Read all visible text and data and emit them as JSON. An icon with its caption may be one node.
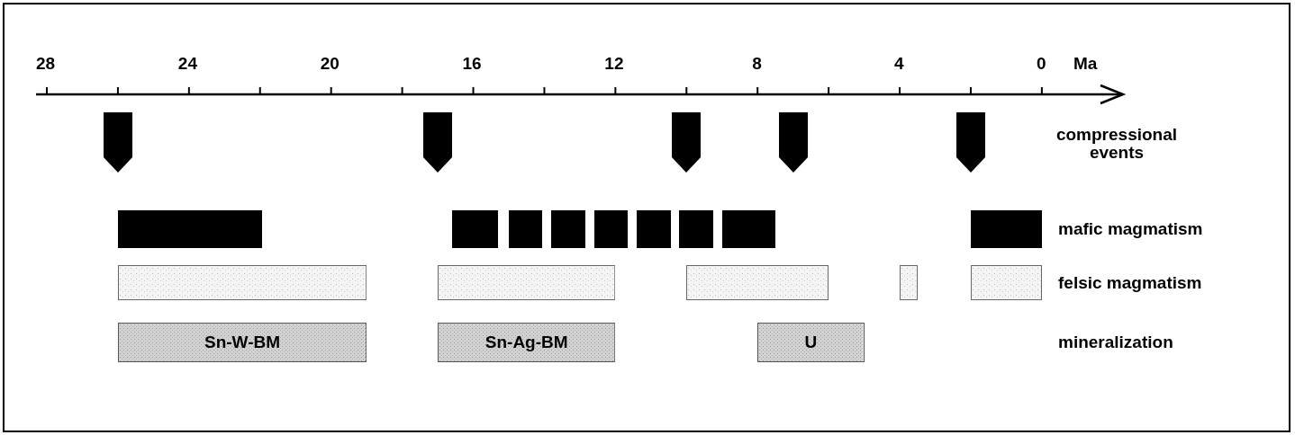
{
  "diagram": {
    "nodes": [
      {
        "text": [],
        "shape": "arrow"
      },
      {
        "text": [],
        "shape": "arrow"
      },
      {
        "text": [],
        "shape": "arrow"
      },
      {
        "text": [],
        "shape": "arrow"
      },
      {
        "text": [],
        "shape": "arrow"
      },
      {
        "text": [],
        "shape": "bar"
      },
      {
        "text": [],
        "shape": "bar"
      },
      {
        "text": [],
        "shape": "bar"
      },
      {
        "text": [],
        "shape": "bar"
      },
      {
        "text": [],
        "shape": "bar"
      },
      {
        "text": [],
        "shape": "bar"
      },
      {
        "text": [],
        "shape": "bar"
      },
      {
        "text": [],
        "shape": "bar"
      },
      {
        "text": [],
        "shape": "bar"
      },
      {
        "text": [],
        "shape": "box"
      },
      {
        "text": [],
        "shape": "box"
      },
      {
        "text": [],
        "shape": "box"
      },
      {
        "text": [],
        "shape": "box"
      },
      {
        "text": [],
        "shape": "box"
      },
      {
        "text": [
          "Sn-W-BM"
        ]
      },
      {
        "text": [
          "Sn-Ag-BM"
        ]
      },
      {
        "text": [
          "U"
        ]
      }
    ],
    "labels": [
      "28",
      "24",
      "20",
      "16",
      "12",
      "8",
      "4",
      "0",
      "Ma",
      "compressional events",
      "mafic magmatism",
      "felsic magmatism",
      "mineralization"
    ]
  }
}
